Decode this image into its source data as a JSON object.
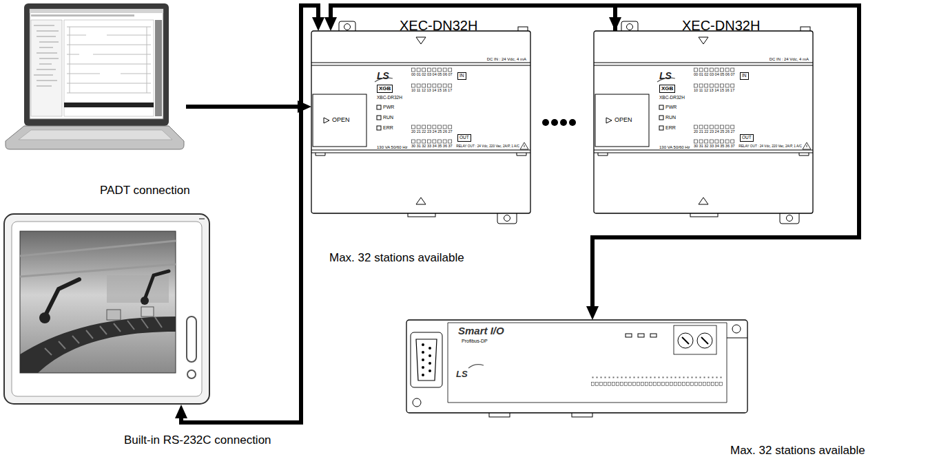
{
  "diagram": {
    "nodes": [
      {
        "text": [
          "PADT connection"
        ]
      },
      {
        "text": [
          "XEC-DN32H",
          "DC IN : 24 Vdc, 4 mA",
          "00 01 02 03 04 05 06 07",
          "IN",
          "LS",
          "XGB",
          "10 11 12 13 14 15 16 17",
          "XBC-DR32H",
          "PWR",
          "OPEN",
          "RUN",
          "ERR",
          "20 21 22 23 24 25 26 27",
          "OUT",
          "30 31 32 33 34 35 36 37",
          "130 VA 50/60 Hz",
          "RELAY OUT : 24 Vdc, 220 Vac, 2A/P, 1 A/C"
        ]
      },
      {
        "text": [
          "XEC-DN32H",
          "DC IN : 24 Vdc, 4 mA",
          "00 01 02 03 04 05 06 07",
          "IN",
          "LS",
          "XGB",
          "10 11 12 13 14 15 16 17",
          "XBC-DR32H",
          "PWR",
          "OPEN",
          "RUN",
          "ERR",
          "20 21 22 23 24 25 26 27",
          "OUT",
          "30 31 32 33 34 35 36 37",
          "130 VA 50/60 Hz",
          "RELAY OUT : 24 Vdc, 220 Vac, 2A/P, 1 A/C"
        ]
      },
      {
        "text": [
          "Built-in RS-232C connection"
        ]
      },
      {
        "text": [
          "Smart I/O",
          "Profibus-DP",
          "LS",
          "Max. 32 stations available"
        ]
      }
    ],
    "edges": [
      {
        "from": 0,
        "to": 1,
        "arrow": "to"
      },
      {
        "from": 3,
        "to": 1,
        "arrow": "both"
      },
      {
        "from": 1,
        "to": 2,
        "arrow": "both"
      },
      {
        "from": 2,
        "to": 4,
        "arrow": "to"
      }
    ],
    "labels": [
      "Max. 32 stations available"
    ]
  }
}
